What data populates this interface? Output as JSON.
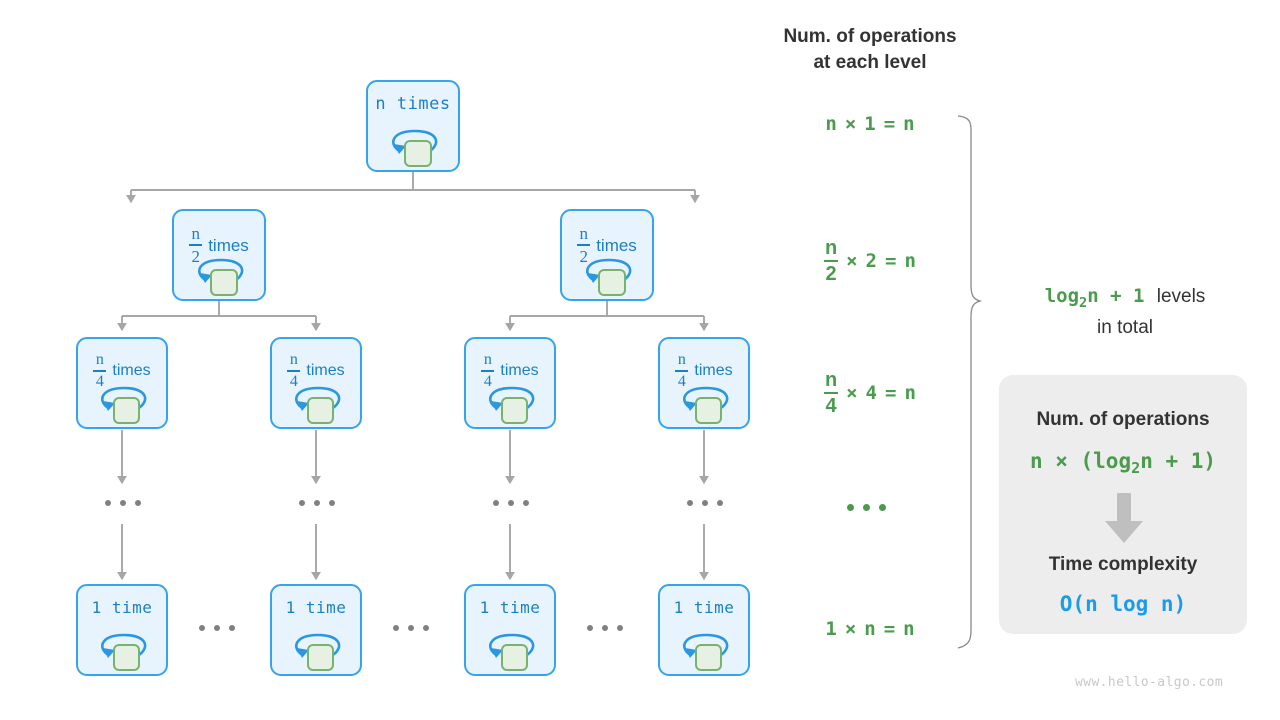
{
  "diagram": {
    "title_right": "Num. of operations\nat each level",
    "watermark": "www.hello-algo.com"
  },
  "tree": {
    "levels": [
      {
        "id": "level-1",
        "nodes": [
          {
            "label": "n times",
            "kind": "mono"
          }
        ]
      },
      {
        "id": "level-2",
        "nodes": [
          {
            "num": "n",
            "den": "2",
            "suffix": "times",
            "kind": "frac"
          },
          {
            "num": "n",
            "den": "2",
            "suffix": "times",
            "kind": "frac"
          }
        ]
      },
      {
        "id": "level-3",
        "nodes": [
          {
            "num": "n",
            "den": "4",
            "suffix": "times",
            "kind": "frac"
          },
          {
            "num": "n",
            "den": "4",
            "suffix": "times",
            "kind": "frac"
          },
          {
            "num": "n",
            "den": "4",
            "suffix": "times",
            "kind": "frac"
          },
          {
            "num": "n",
            "den": "4",
            "suffix": "times",
            "kind": "frac"
          }
        ]
      },
      {
        "id": "level-last",
        "nodes": [
          {
            "label": "1 time",
            "kind": "mono"
          },
          {
            "label": "1 time",
            "kind": "mono"
          },
          {
            "label": "1 time",
            "kind": "mono"
          },
          {
            "label": "1 time",
            "kind": "mono"
          }
        ]
      }
    ],
    "ellipsis": "• • •"
  },
  "operations_column": {
    "rows": [
      {
        "id": "row-1",
        "left_plain": "n",
        "op": "×",
        "count": "1",
        "eq": "=",
        "result": "n"
      },
      {
        "id": "row-2",
        "left_num": "n",
        "left_den": "2",
        "op": "×",
        "count": "2",
        "eq": "=",
        "result": "n"
      },
      {
        "id": "row-3",
        "left_num": "n",
        "left_den": "4",
        "op": "×",
        "count": "4",
        "eq": "=",
        "result": "n"
      },
      {
        "id": "row-dots",
        "dots": true
      },
      {
        "id": "row-last",
        "left_plain": "1",
        "op": "×",
        "count": "n",
        "eq": "=",
        "result": "n"
      }
    ]
  },
  "levels_note": {
    "formula_pre": "log",
    "formula_sub": "2",
    "formula_post": "n + 1",
    "text_after": "levels",
    "text_second_line": "in total"
  },
  "summary_card": {
    "head_1": "Num. of operations",
    "formula_pre": "n × (log",
    "formula_sub": "2",
    "formula_post": "n + 1)",
    "head_2": "Time complexity",
    "complexity": "O(n log n)"
  },
  "colors": {
    "node_border": "#36A3EB",
    "node_fill": "#E8F4FD",
    "node_text": "#1B7FC4",
    "green": "#4A9B4C",
    "blue": "#1B9CE8",
    "gray_line": "#A6A6A6",
    "card_bg": "#EDEDED",
    "dark_text": "#333333"
  }
}
